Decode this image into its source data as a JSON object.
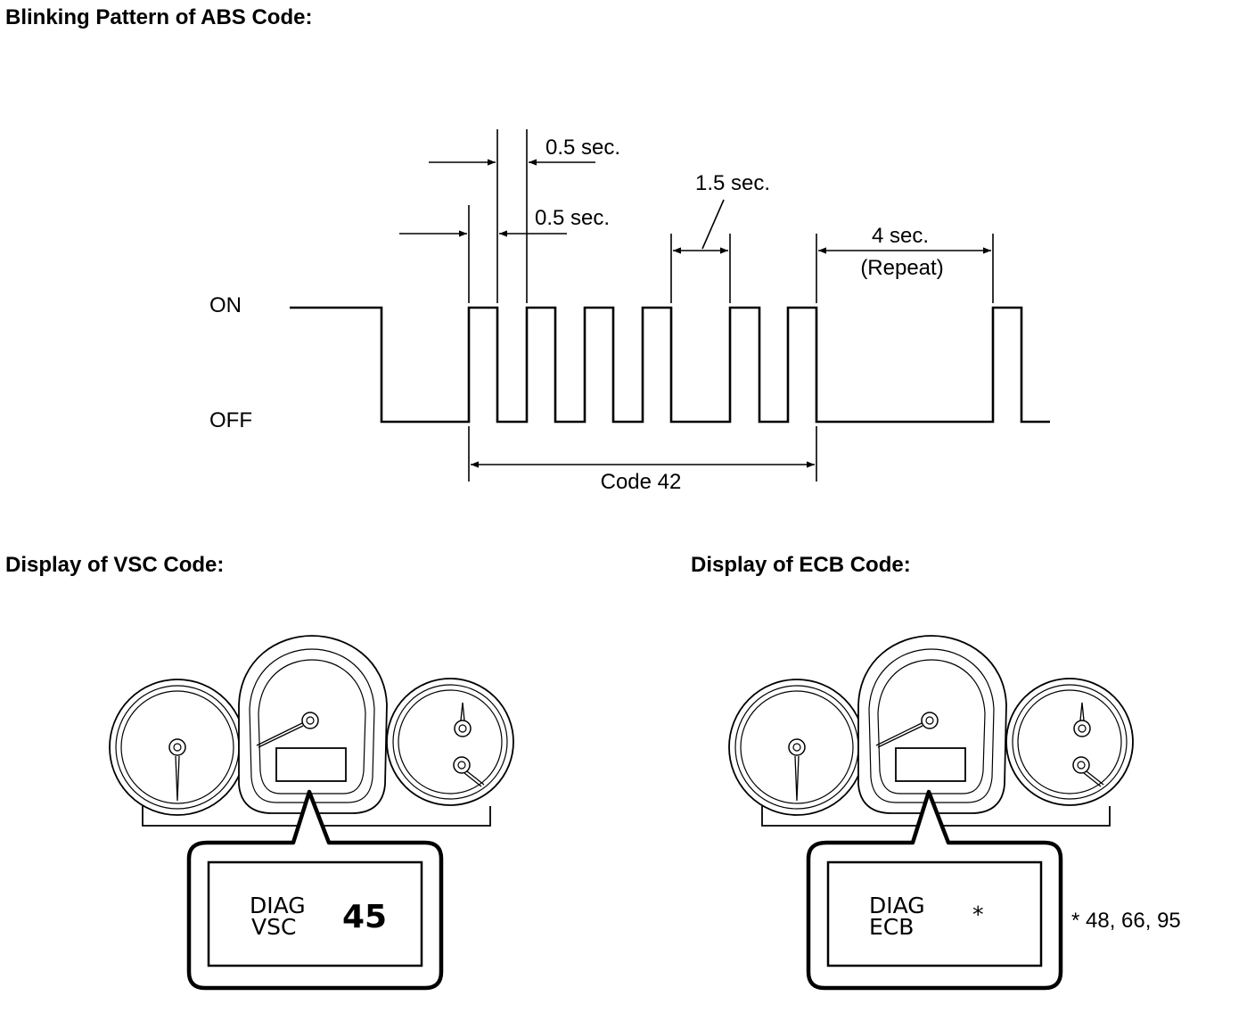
{
  "headings": {
    "abs": "Blinking Pattern of ABS Code:",
    "vsc": "Display of VSC Code:",
    "ecb": "Display of ECB Code:"
  },
  "waveform": {
    "on_label": "ON",
    "off_label": "OFF",
    "pulse_width_label": "0.5 sec.",
    "pulse_gap_label": "0.5 sec.",
    "digit_gap_label": "1.5 sec.",
    "repeat_gap_label": "4 sec.",
    "repeat_label": "(Repeat)",
    "code_label": "Code 42"
  },
  "vsc_display": {
    "line1": "DIAG",
    "line2": "VSC",
    "code": "45"
  },
  "ecb_display": {
    "line1": "DIAG",
    "line2": "ECB",
    "code": "*"
  },
  "ecb_footnote": "* 48, 66, 95",
  "colors": {
    "ink": "#000000",
    "background": "#ffffff"
  }
}
